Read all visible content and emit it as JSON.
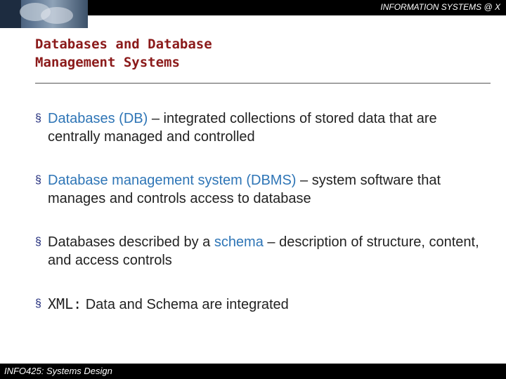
{
  "header": {
    "title": "INFORMATION SYSTEMS @ X"
  },
  "slide": {
    "title_line1": "Databases and Database",
    "title_line2": "Management Systems",
    "bullets": [
      {
        "term": "Databases (DB)",
        "rest": " – integrated collections of stored data that are centrally managed and controlled"
      },
      {
        "term": "Database management system (DBMS)",
        "rest": " – system software that manages and controls access to database"
      },
      {
        "pre": "Databases described by a ",
        "term": "schema",
        "rest": " – description of structure, content, and access controls"
      },
      {
        "mono": "XML:",
        "rest": "  Data and Schema are integrated"
      }
    ]
  },
  "footer": {
    "label": "INFO425: Systems Design"
  },
  "icons": {
    "bullet": "square-bullet-icon"
  },
  "colors": {
    "title": "#8b1a1a",
    "highlight": "#2e75b6",
    "bars": "#000000"
  }
}
